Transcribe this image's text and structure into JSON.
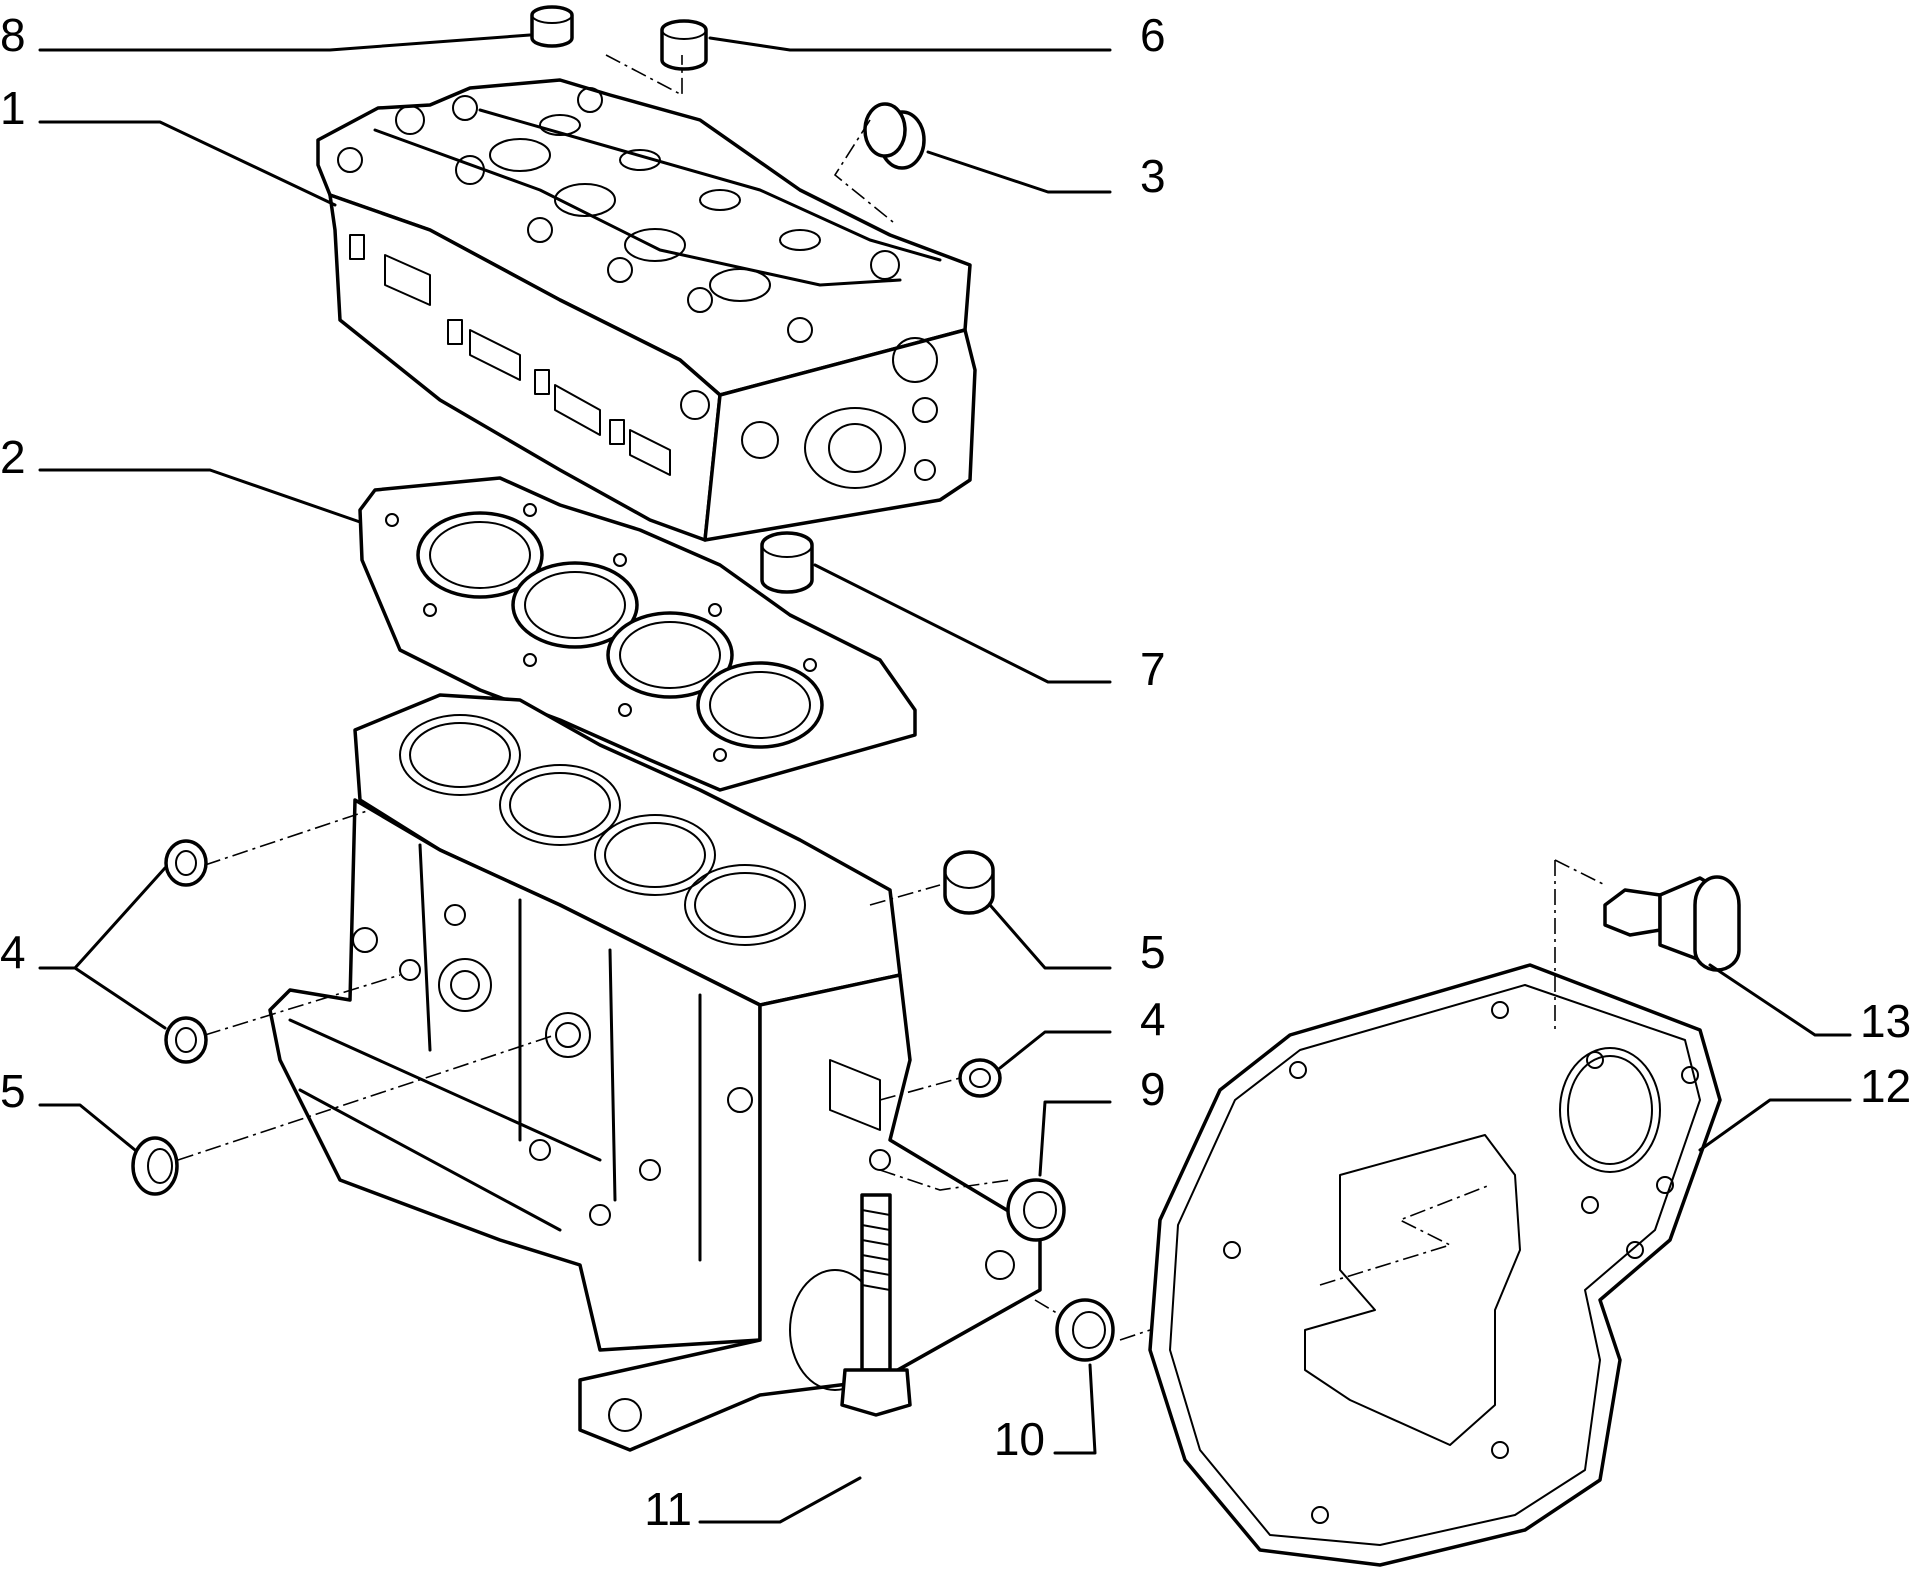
{
  "callouts": [
    {
      "id": "c8",
      "label": "8"
    },
    {
      "id": "c6",
      "label": "6"
    },
    {
      "id": "c1",
      "label": "1"
    },
    {
      "id": "c3",
      "label": "3"
    },
    {
      "id": "c2",
      "label": "2"
    },
    {
      "id": "c7",
      "label": "7"
    },
    {
      "id": "c4a",
      "label": "4"
    },
    {
      "id": "c5a",
      "label": "5"
    },
    {
      "id": "c5b",
      "label": "5"
    },
    {
      "id": "c4b",
      "label": "4"
    },
    {
      "id": "c9",
      "label": "9"
    },
    {
      "id": "c13",
      "label": "13"
    },
    {
      "id": "c12",
      "label": "12"
    },
    {
      "id": "c10",
      "label": "10"
    },
    {
      "id": "c11",
      "label": "11"
    }
  ]
}
